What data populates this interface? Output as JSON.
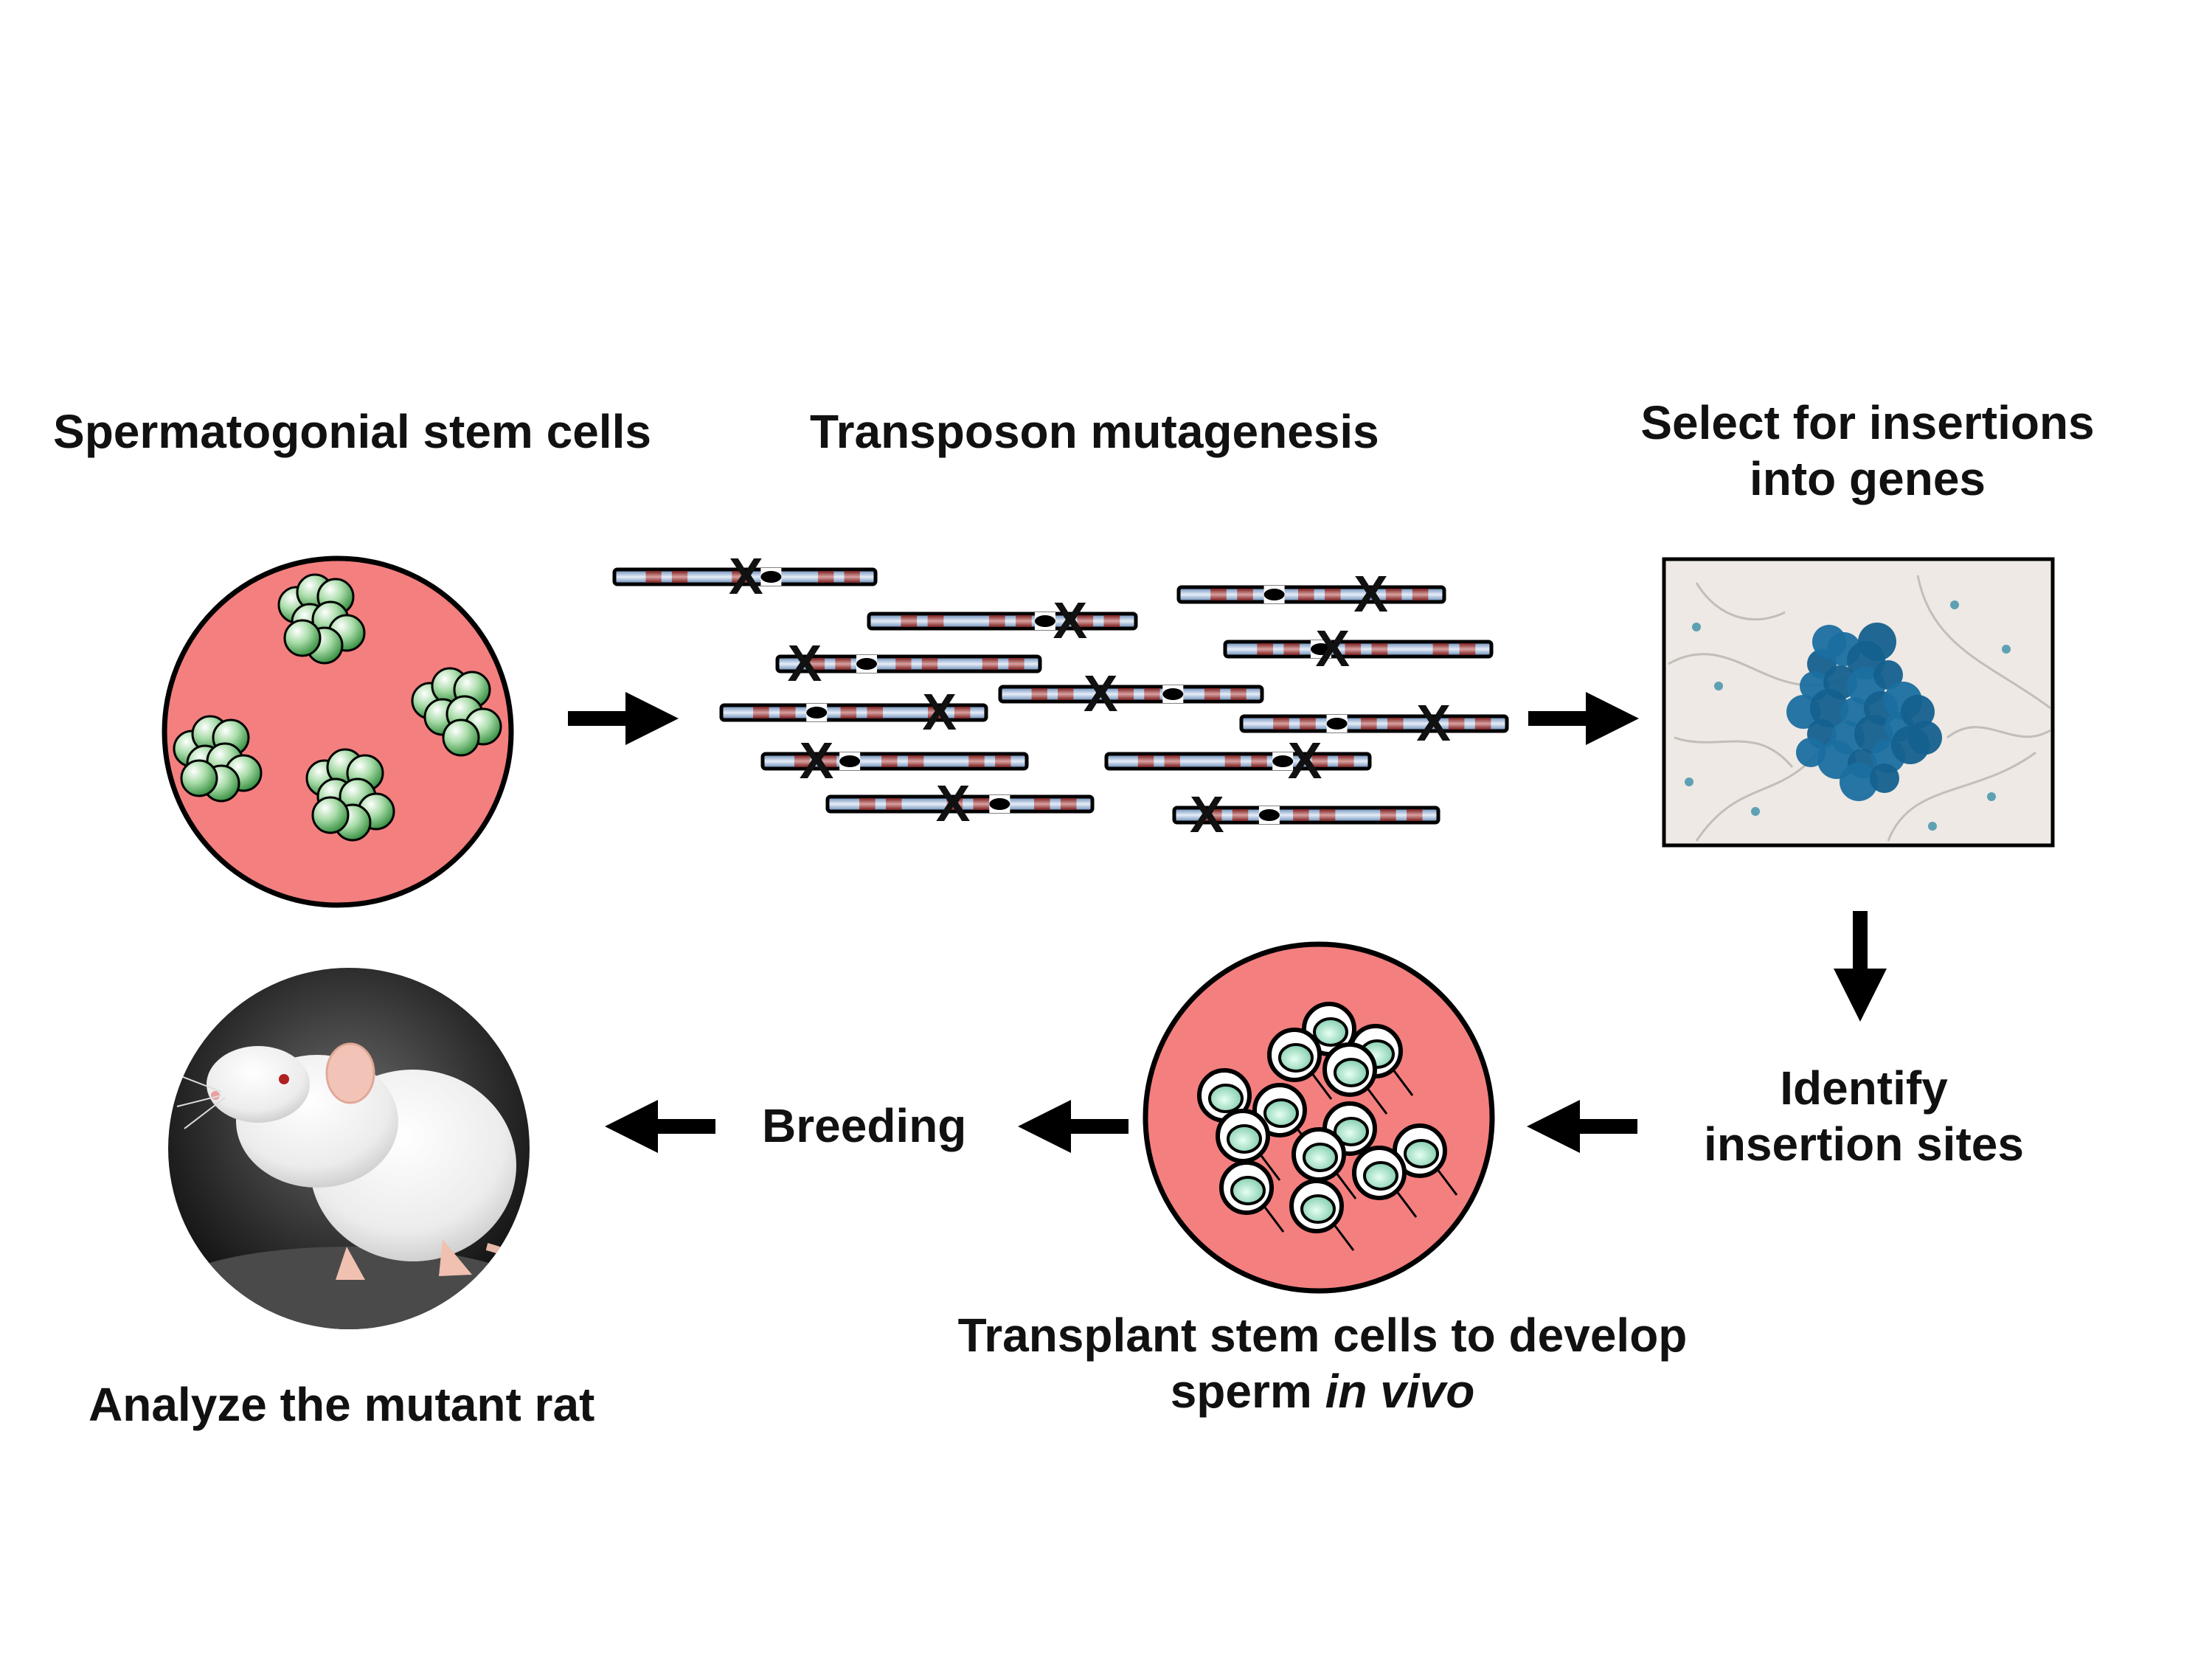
{
  "labels": {
    "spermatogonial": "Spermatogonial stem cells",
    "transposon": "Transposon mutagenesis",
    "select_line1": "Select for insertions",
    "select_line2": "into genes",
    "identify_line1": "Identify",
    "identify_line2": "insertion sites",
    "transplant_line1": "Transplant stem cells to develop",
    "transplant_line2_prefix": "sperm ",
    "transplant_line2_italic": "in vivo",
    "breeding": "Breeding",
    "analyze": "Analyze the mutant rat"
  },
  "chromosome_mark": "X",
  "colors": {
    "dish": "#f47f7f",
    "stem_cell": "#2f8a3a",
    "chromosome_red": "#a43a3a",
    "chromosome_blue": "#8fb0d4",
    "stain": "#1a6fa0",
    "sperm_cell": "#9fdcc4",
    "arrow": "#000000"
  }
}
